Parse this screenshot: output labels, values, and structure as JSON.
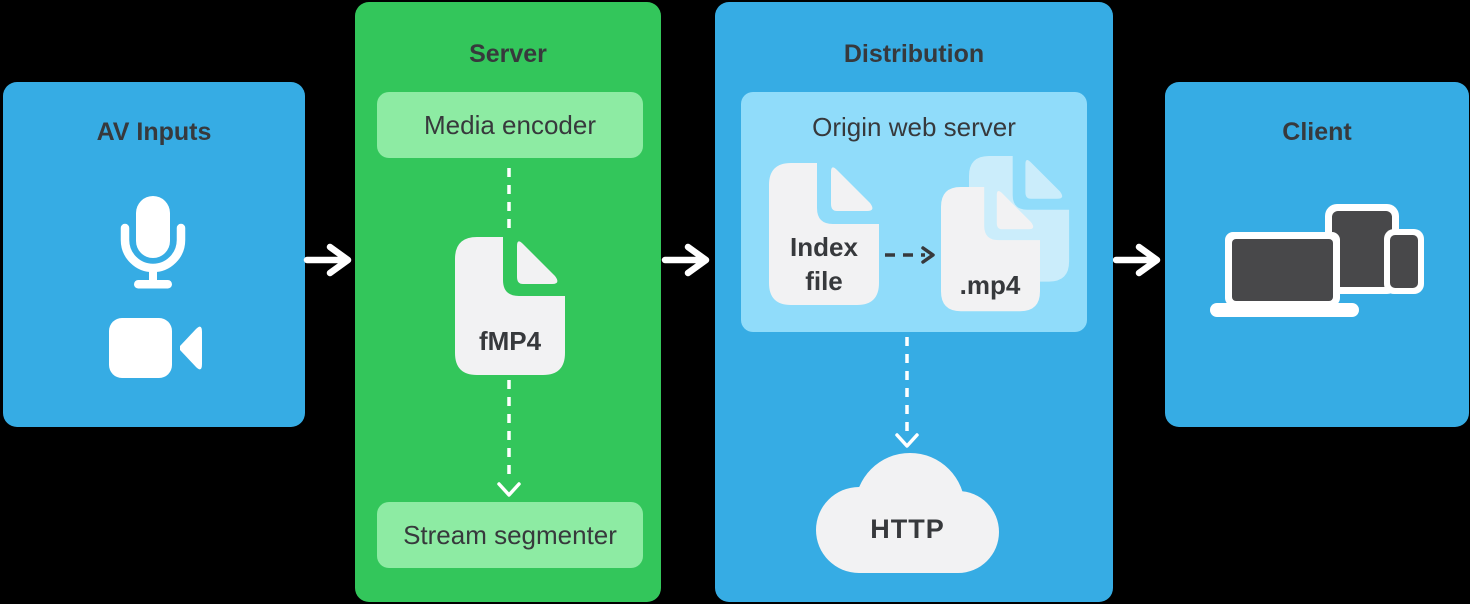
{
  "colors": {
    "canvas": "#000000",
    "box_blue": "#36ACE4",
    "box_green": "#33C65B",
    "chip_green": "#8DEBA3",
    "inner_blue": "#90DCFA",
    "doc_back": "#CBEDFB",
    "surface": "#F2F2F3",
    "ink": "#37393C",
    "white": "#FFFFFF"
  },
  "av_inputs": {
    "title": "AV Inputs"
  },
  "server": {
    "title": "Server",
    "encoder_label": "Media encoder",
    "file_label": "fMP4",
    "segmenter_label": "Stream segmenter"
  },
  "distribution": {
    "title": "Distribution",
    "origin_label": "Origin web server",
    "index_line1": "Index",
    "index_line2": "file",
    "mp4_label": ".mp4",
    "http_label": "HTTP"
  },
  "client": {
    "title": "Client"
  },
  "icons": {
    "av_inputs": [
      "microphone-icon",
      "video-camera-icon"
    ],
    "server": "document-icon",
    "distribution": [
      "document-icon",
      "documents-stack-icon",
      "cloud-icon"
    ],
    "client": "devices-icon",
    "flow": "arrow-right-icon"
  }
}
